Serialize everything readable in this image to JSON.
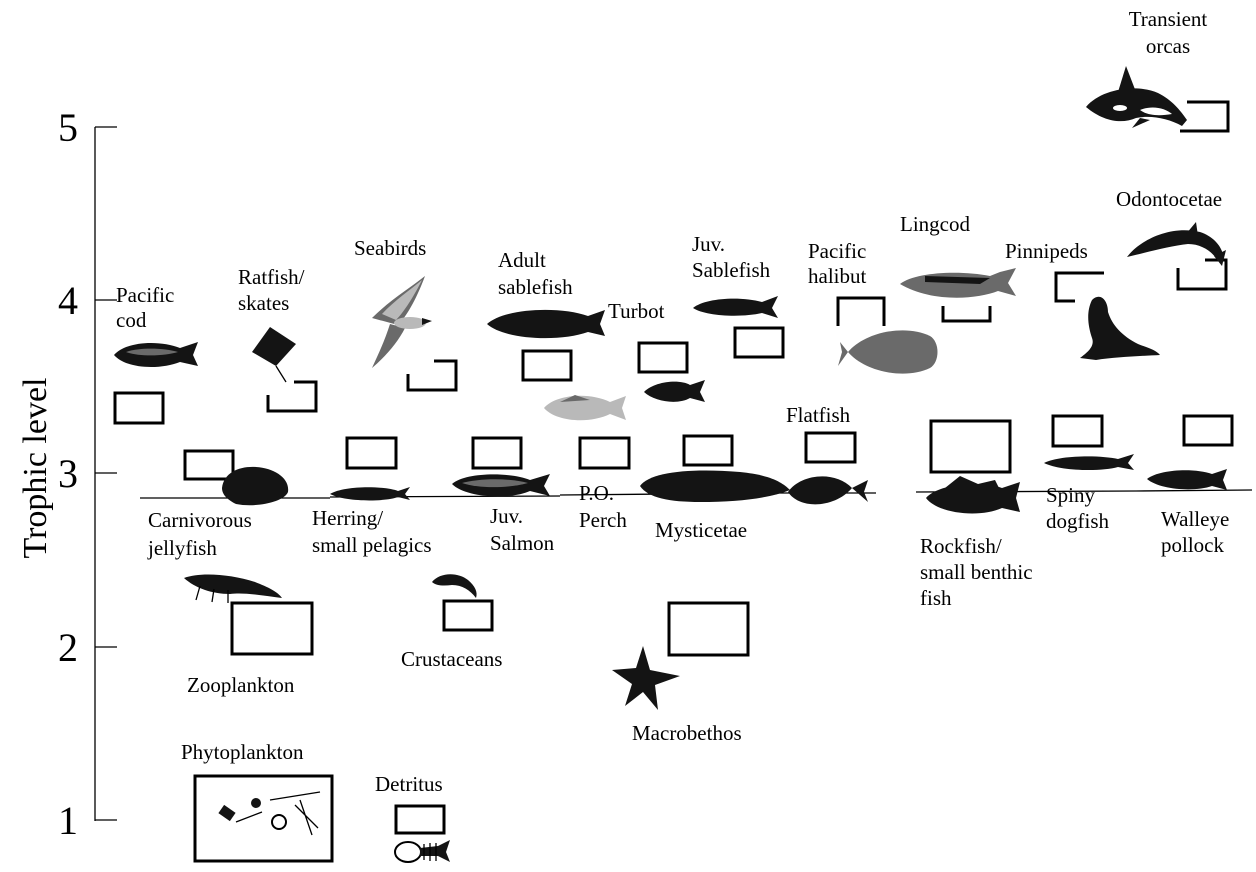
{
  "axis": {
    "label": "Trophic level",
    "ticks": [
      "1",
      "2",
      "3",
      "4",
      "5"
    ]
  },
  "groups": [
    {
      "id": "transient-orcas",
      "lines": [
        "Transient",
        "orcas"
      ],
      "icon": "orca-icon"
    },
    {
      "id": "odontocetae",
      "lines": [
        "Odontocetae"
      ],
      "icon": "dolphin-icon"
    },
    {
      "id": "lingcod",
      "lines": [
        "Lingcod"
      ],
      "icon": "lingcod-icon"
    },
    {
      "id": "pinnipeds",
      "lines": [
        "Pinnipeds"
      ],
      "icon": "seal-icon"
    },
    {
      "id": "pacific-halibut",
      "lines": [
        "Pacific",
        "halibut"
      ],
      "icon": "halibut-icon"
    },
    {
      "id": "juv-sablefish",
      "lines": [
        "Juv.",
        "Sablefish"
      ],
      "icon": "juvenile-sablefish-icon"
    },
    {
      "id": "turbot",
      "lines": [
        "Turbot"
      ],
      "icon": "turbot-icon"
    },
    {
      "id": "adult-sablefish",
      "lines": [
        "Adult",
        "sablefish"
      ],
      "icon": "sablefish-icon"
    },
    {
      "id": "seabirds",
      "lines": [
        "Seabirds"
      ],
      "icon": "seabird-icon"
    },
    {
      "id": "ratfish-skates",
      "lines": [
        "Ratfish/",
        "skates"
      ],
      "icon": "skate-icon"
    },
    {
      "id": "pacific-cod",
      "lines": [
        "Pacific",
        "cod"
      ],
      "icon": "cod-icon"
    },
    {
      "id": "flatfish",
      "lines": [
        "Flatfish"
      ],
      "icon": "flatfish-icon"
    },
    {
      "id": "carnivorous-jellyfish",
      "lines": [
        "Carnivorous",
        "jellyfish"
      ],
      "icon": "jellyfish-icon"
    },
    {
      "id": "herring",
      "lines": [
        "Herring/",
        "small pelagics"
      ],
      "icon": "herring-icon"
    },
    {
      "id": "juv-salmon",
      "lines": [
        "Juv.",
        "Salmon"
      ],
      "icon": "salmon-icon"
    },
    {
      "id": "po-perch",
      "lines": [
        "P.O.",
        "Perch"
      ],
      "icon": "perch-icon"
    },
    {
      "id": "mysticetae",
      "lines": [
        "Mysticetae"
      ],
      "icon": "whale-icon"
    },
    {
      "id": "rockfish",
      "lines": [
        "Rockfish/",
        "small benthic",
        "fish"
      ],
      "icon": "rockfish-icon"
    },
    {
      "id": "spiny-dogfish",
      "lines": [
        "Spiny",
        "dogfish"
      ],
      "icon": "dogfish-icon"
    },
    {
      "id": "walleye-pollock",
      "lines": [
        "Walleye",
        "pollock"
      ],
      "icon": "pollock-icon"
    },
    {
      "id": "zooplankton",
      "lines": [
        "Zooplankton"
      ],
      "icon": "krill-icon"
    },
    {
      "id": "crustaceans",
      "lines": [
        "Crustaceans"
      ],
      "icon": "shrimp-icon"
    },
    {
      "id": "macrobethos",
      "lines": [
        "Macrobethos"
      ],
      "icon": "starfish-icon"
    },
    {
      "id": "phytoplankton",
      "lines": [
        "Phytoplankton"
      ],
      "icon": "phytoplankton-icon"
    },
    {
      "id": "detritus",
      "lines": [
        "Detritus"
      ],
      "icon": "dead-fish-icon"
    }
  ]
}
